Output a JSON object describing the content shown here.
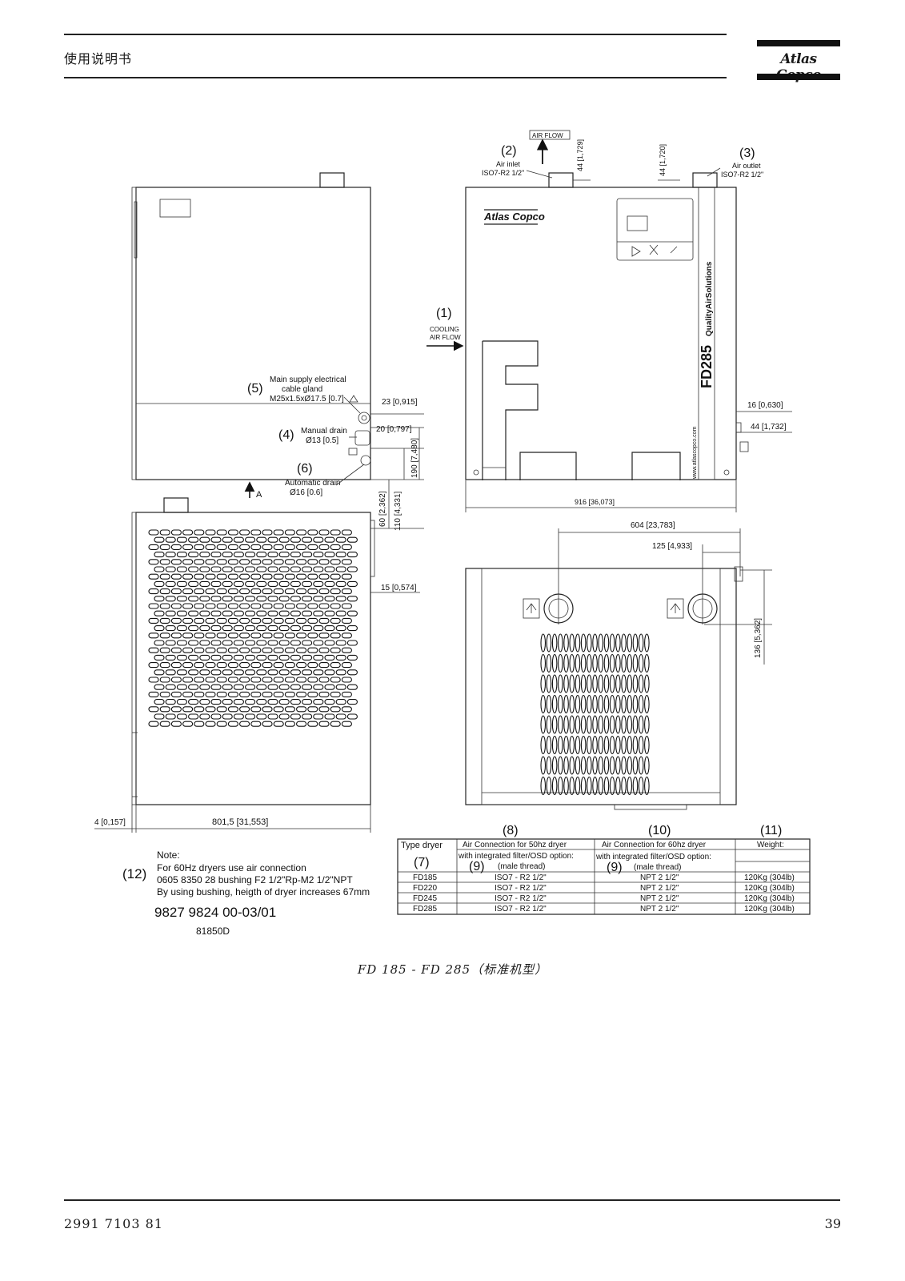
{
  "header": {
    "title": "使用说明书",
    "brand": "Atlas Copco"
  },
  "figure": {
    "caption": "FD 185 - FD 285（标准机型）",
    "doc_number": "9827 9824 00-03/01",
    "drawing_code": "81850D",
    "callouts": {
      "c1": "(1)",
      "c1_a": "COOLING",
      "c1_b": "AIR FLOW",
      "c2": "(2)",
      "c2_a": "Air inlet",
      "c2_b": "ISO7-R2 1/2\"",
      "c3": "(3)",
      "c3_a": "Air outlet",
      "c3_b": "ISO7-R2 1/2\"",
      "c4": "(4)",
      "c4_a": "Manual drain",
      "c4_b": "Ø13 [0.5]",
      "c5": "(5)",
      "c5_a": "Main supply electrical",
      "c5_b": "cable gland",
      "c5_c": "M25x1.5xØ17.5 [0.7]",
      "c6": "(6)",
      "c6_a": "Automatic drain",
      "c6_b": "Ø16 [0.6]",
      "air_flow": "AIR FLOW",
      "view_a": "A",
      "side_brand": "Atlas Copco",
      "model_label": "FD285",
      "slogan": "QualityAirSolutions",
      "web": "www.atlascopco.com"
    },
    "dimensions": {
      "d1": "44 [1,729]",
      "d2": "44 [1,720]",
      "d3": "23 [0,915]",
      "d4": "20 [0,797]",
      "d5": "190 [7,480]",
      "d6": "60 [2,362]",
      "d7": "110 [4,331]",
      "d8": "16 [0,630]",
      "d9": "44 [1,732]",
      "d10": "916 [36,073]",
      "d11": "604 [23,783]",
      "d12": "125 [4,933]",
      "d13": "15 [0,574]",
      "d14": "136 [5,362]",
      "d15": "4 [0,157]",
      "d16": "801,5 [31,553]"
    },
    "note": {
      "marker": "(12)",
      "title": "Note:",
      "line1": "For 60Hz dryers use air connection",
      "line2": "0605 8350 28 bushing F2 1/2\"Rp-M2 1/2\"NPT",
      "line3": "By using bushing, heigth of dryer increases 67mm"
    },
    "table": {
      "markers": {
        "m7": "(7)",
        "m8": "(8)",
        "m9a": "(9)",
        "m9b": "(9)",
        "m10": "(10)",
        "m11": "(11)"
      },
      "headers": [
        "Type dryer",
        "Air Connection for 50hz dryer",
        "Air Connection for 60hz dryer",
        "Weight:"
      ],
      "subheader": "with integrated filter/OSD option:",
      "subheader2": "(male thread)",
      "rows": [
        [
          "FD185",
          "ISO7 - R2 1/2\"",
          "NPT 2 1/2\"",
          "120Kg (304lb)"
        ],
        [
          "FD220",
          "ISO7 - R2 1/2\"",
          "NPT 2 1/2\"",
          "120Kg (304lb)"
        ],
        [
          "FD245",
          "ISO7 - R2 1/2\"",
          "NPT 2 1/2\"",
          "120Kg (304lb)"
        ],
        [
          "FD285",
          "ISO7 - R2 1/2\"",
          "NPT 2 1/2\"",
          "120Kg (304lb)"
        ]
      ]
    }
  },
  "footer": {
    "doc_id": "2991 7103 81",
    "page": "39"
  }
}
